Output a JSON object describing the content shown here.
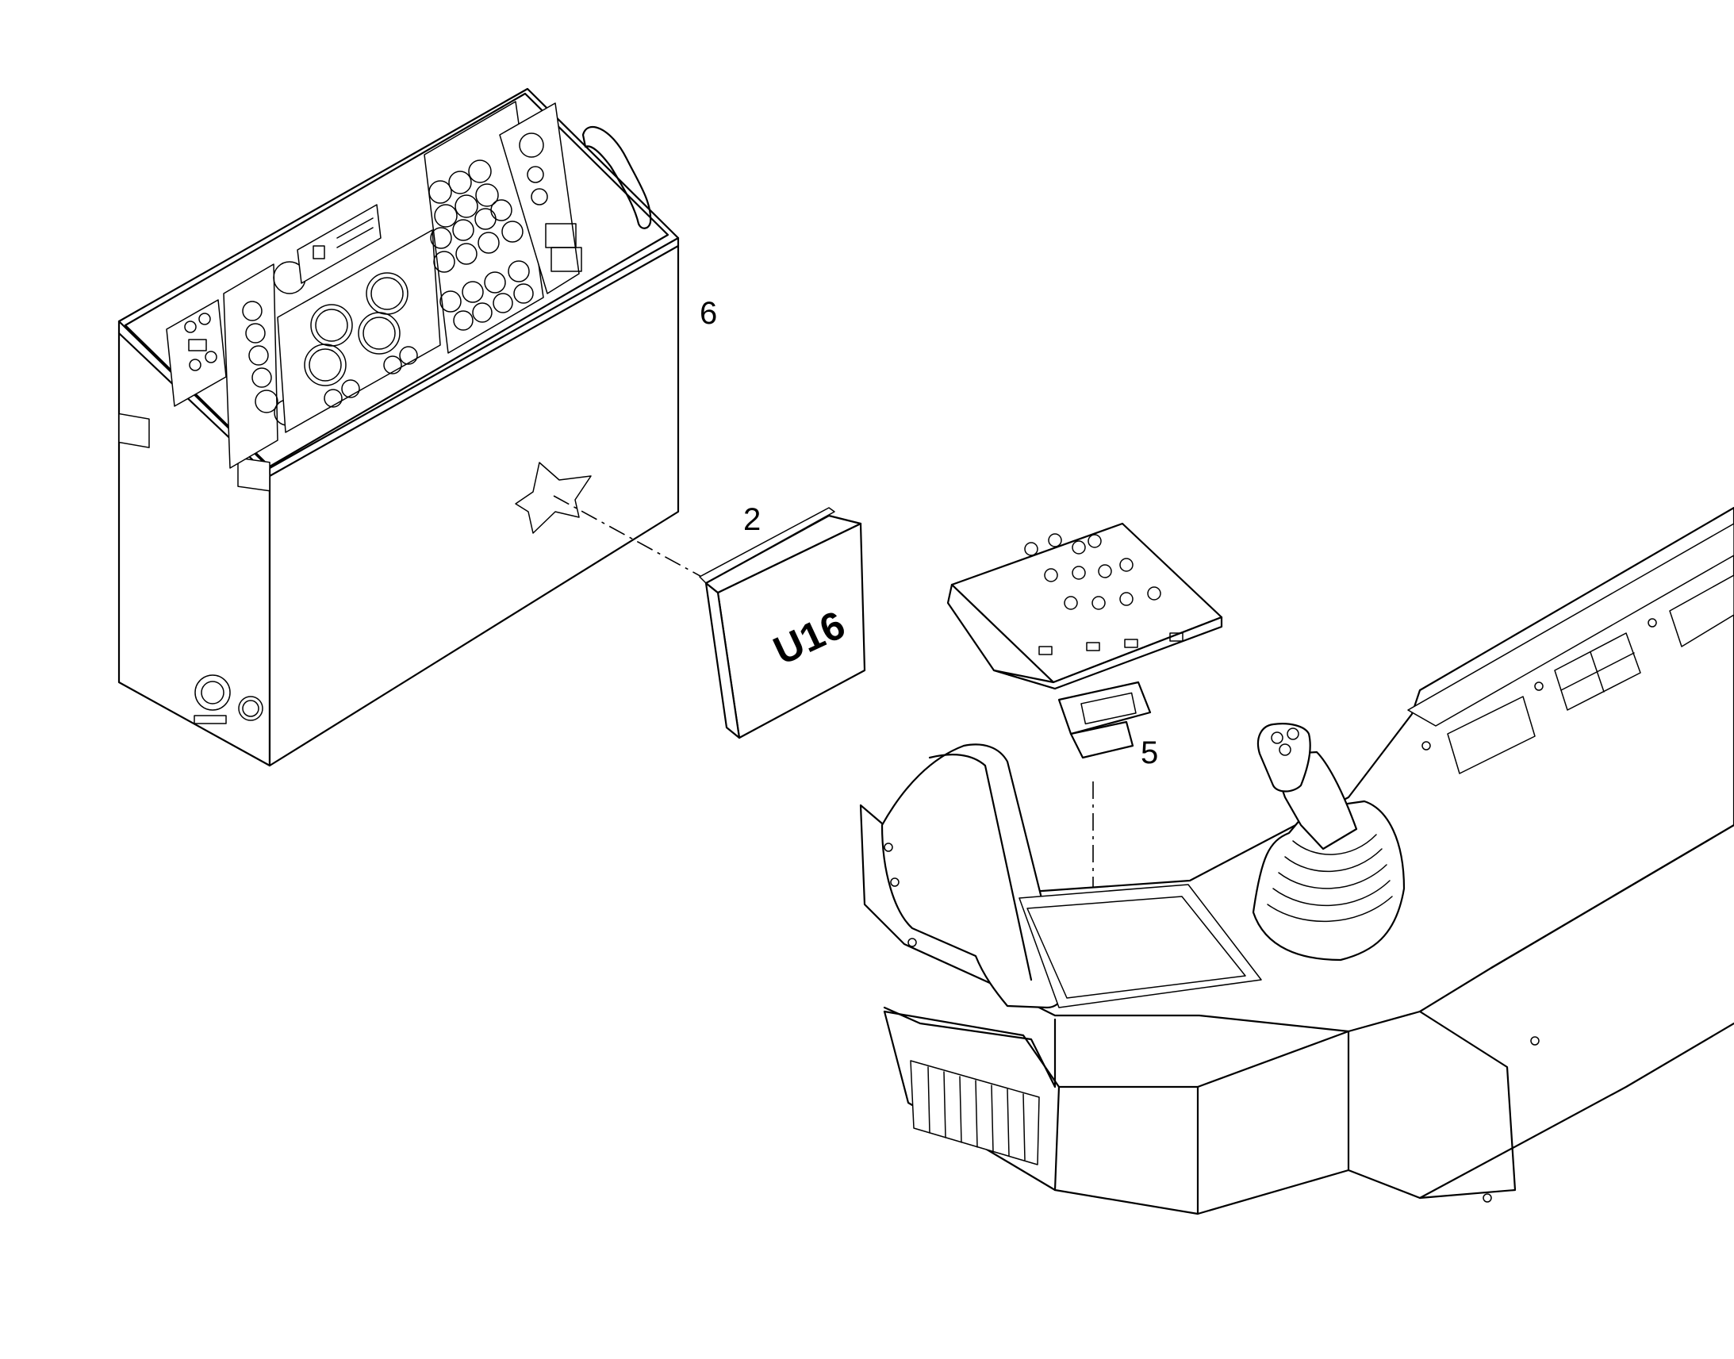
{
  "callouts": [
    {
      "id": "6",
      "label": "6"
    },
    {
      "id": "2",
      "label": "2"
    },
    {
      "id": "5",
      "label": "5"
    }
  ],
  "module_label": "U16",
  "colors": {
    "line": "#000000",
    "background": "#ffffff"
  }
}
